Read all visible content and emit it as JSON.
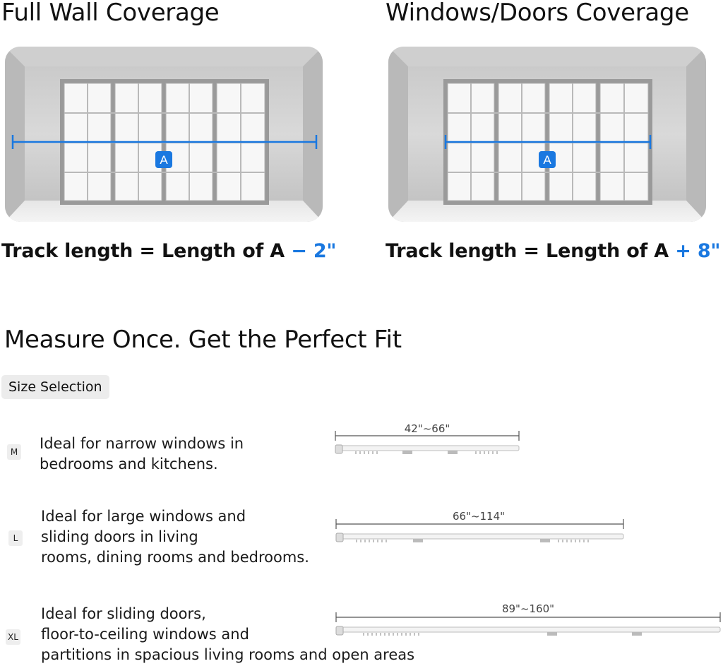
{
  "coverage": [
    {
      "title": "Full Wall Coverage",
      "marker": "A",
      "formula": {
        "prefix": "Track length = Length of A ",
        "delta": "− 2\""
      }
    },
    {
      "title": "Windows/Doors Coverage",
      "marker": "A",
      "formula": {
        "prefix": "Track length = Length of A ",
        "delta": "+ 8\""
      }
    }
  ],
  "measure": {
    "title": "Measure Once. Get the Perfect Fit",
    "size_selection_label": "Size Selection"
  },
  "sizes": [
    {
      "code": "M",
      "range": "42\"~66\"",
      "description_lines": [
        "Ideal for narrow windows in",
        "bedrooms and kitchens."
      ]
    },
    {
      "code": "L",
      "range": "66\"~114\"",
      "description_lines": [
        "Ideal for large windows and",
        "sliding doors in living",
        "rooms, dining rooms and bedrooms."
      ]
    },
    {
      "code": "XL",
      "range": "89\"~160\"",
      "description_lines": [
        "Ideal for sliding doors,",
        "floor-to-ceiling windows and",
        "partitions in spacious living rooms and open areas"
      ]
    }
  ],
  "colors": {
    "accent": "#1a78e0",
    "wall": "#d3d3d3",
    "badge_bg": "#eeeeee"
  }
}
